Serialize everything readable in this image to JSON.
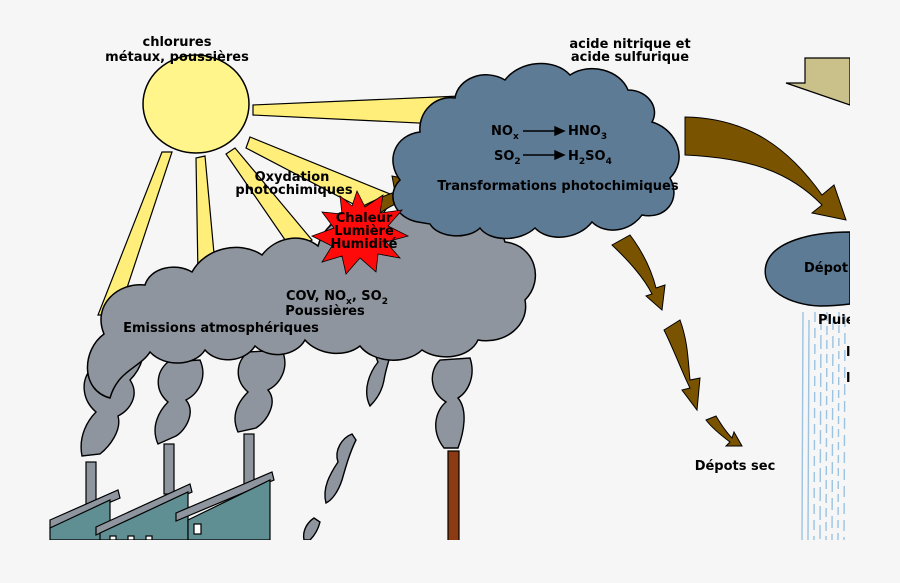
{
  "labels": {
    "chlorures_1": "chlorures",
    "chlorures_2": "métaux, poussières",
    "acide_1": "acide nitrique et",
    "acide_2": "acide sulfurique",
    "oxydation_1": "Oxydation",
    "oxydation_2": "photochimiques",
    "chaleur": "Chaleur",
    "lumiere": "Lumière",
    "humidite": "Humidité",
    "transformations": "Transformations photochimiques",
    "no_base": "NO",
    "no_sub": "x",
    "hno_base": "HNO",
    "hno_sub": "3",
    "so_base": "SO",
    "so_sub": "2",
    "h2so4_h": "H",
    "h2so4_sub1": "2",
    "h2so4_so": "SO",
    "h2so4_sub2": "4",
    "cov_1": "COV, NO",
    "cov_sub": "x",
    "cov_2": ", SO",
    "cov_sub2": "2",
    "poussieres": "Poussières",
    "emissions": "Emissions atmosphériques",
    "depot_sec": "Dépots sec",
    "depot_cloud": "Dépot",
    "pluie": "Pluie",
    "cut_1": "l",
    "cut_2": "l"
  },
  "colors": {
    "sun": "#fff58a",
    "ray": "#ffef7a",
    "smoke": "#8e959e",
    "cloud_blue": "#5e7b96",
    "arrow": "#7a5300",
    "star": "#ff0a0a",
    "factory": "#5f8f92",
    "rain": "#9cc3e0",
    "chimney_brown": "#8b3a12",
    "khaki": "#c9c08a"
  }
}
